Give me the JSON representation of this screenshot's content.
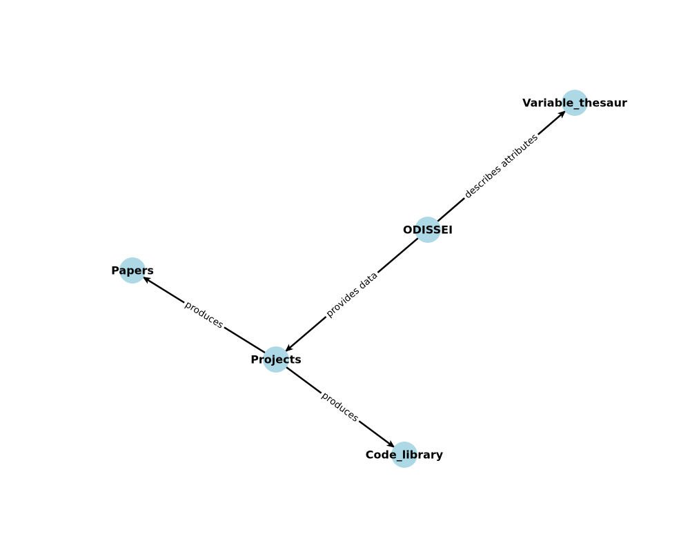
{
  "diagram": {
    "type": "directed-graph",
    "node_color": "#add8e6",
    "nodes": [
      {
        "id": "odissei",
        "label": "ODISSEI"
      },
      {
        "id": "variable_thesaur",
        "label": "Variable_thesaur"
      },
      {
        "id": "projects",
        "label": "Projects"
      },
      {
        "id": "papers",
        "label": "Papers"
      },
      {
        "id": "code_library",
        "label": "Code_library"
      }
    ],
    "edges": [
      {
        "source": "odissei",
        "target": "variable_thesaur",
        "label": "describes attributes"
      },
      {
        "source": "odissei",
        "target": "projects",
        "label": "provides data"
      },
      {
        "source": "projects",
        "target": "papers",
        "label": "produces"
      },
      {
        "source": "projects",
        "target": "code_library",
        "label": "produces"
      }
    ]
  }
}
